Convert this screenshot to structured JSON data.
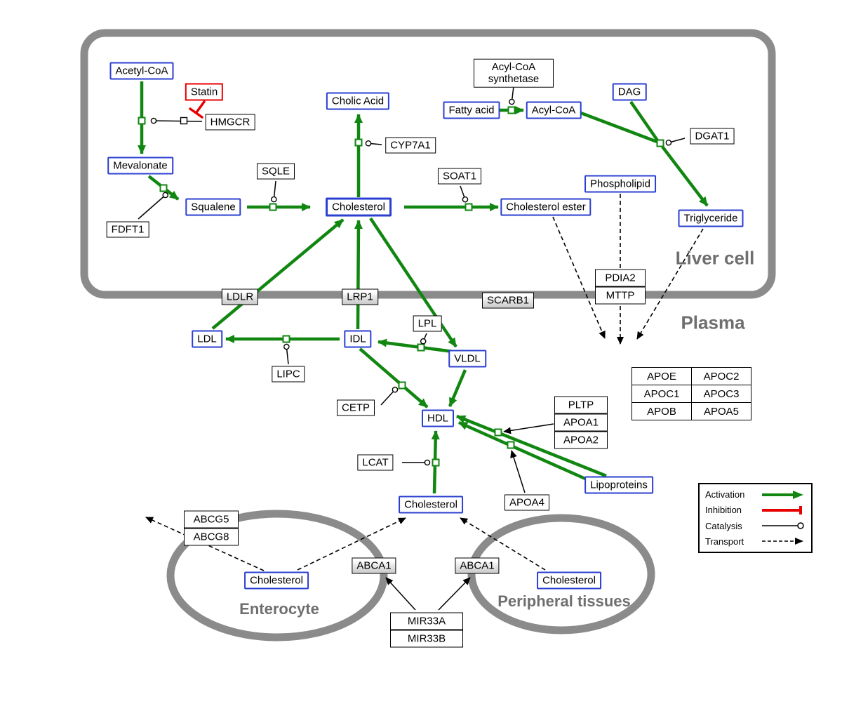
{
  "pathway": {
    "compartments": {
      "liver_cell": "Liver cell",
      "plasma": "Plasma",
      "enterocyte": "Enterocyte",
      "peripheral_tissues": "Peripheral tissues"
    },
    "metabolites": {
      "acetyl_coa": "Acetyl-CoA",
      "mevalonate": "Mevalonate",
      "squalene": "Squalene",
      "cholesterol": "Cholesterol",
      "cholic_acid": "Cholic Acid",
      "fatty_acid": "Fatty acid",
      "acyl_coa": "Acyl-CoA",
      "dag": "DAG",
      "phospholipid": "Phospholipid",
      "cholesterol_ester": "Cholesterol ester",
      "triglyceride": "Triglyceride",
      "ldl": "LDL",
      "idl": "IDL",
      "vldl": "VLDL",
      "hdl": "HDL",
      "cholesterol_plasma": "Cholesterol",
      "lipoproteins": "Lipoproteins",
      "cholesterol_enterocyte": "Cholesterol",
      "cholesterol_peripheral": "Cholesterol"
    },
    "enzymes": {
      "statin": "Statin",
      "hmgcr": "HMGCR",
      "sqle": "SQLE",
      "fdft1": "FDFT1",
      "cyp7a1": "CYP7A1",
      "soat1": "SOAT1",
      "acyl_coa_synthetase": "Acyl-CoA synthetase",
      "dgat1": "DGAT1",
      "pdia2": "PDIA2",
      "mttp": "MTTP",
      "ldlr": "LDLR",
      "lrp1": "LRP1",
      "scarb1": "SCARB1",
      "lpl": "LPL",
      "lipc": "LIPC",
      "cetp": "CETP",
      "lcat": "LCAT",
      "pltp": "PLTP",
      "apoa1": "APOA1",
      "apoa2": "APOA2",
      "apoa4": "APOA4",
      "abcg5": "ABCG5",
      "abcg8": "ABCG8",
      "abca1_enterocyte": "ABCA1",
      "abca1_peripheral": "ABCA1",
      "mir33a": "MIR33A",
      "mir33b": "MIR33B"
    },
    "apo_table": [
      [
        "APOE",
        "APOC2"
      ],
      [
        "APOC1",
        "APOC3"
      ],
      [
        "APOB",
        "APOA5"
      ]
    ],
    "legend": {
      "activation": "Activation",
      "inhibition": "Inhibition",
      "catalysis": "Catalysis",
      "transport": "Transport"
    },
    "colors": {
      "activation_green": "#118611",
      "inhibition_red": "#e80000",
      "metabolite_border_blue": "#2b3fd0",
      "membrane_gray": "#8b8b8b"
    }
  }
}
